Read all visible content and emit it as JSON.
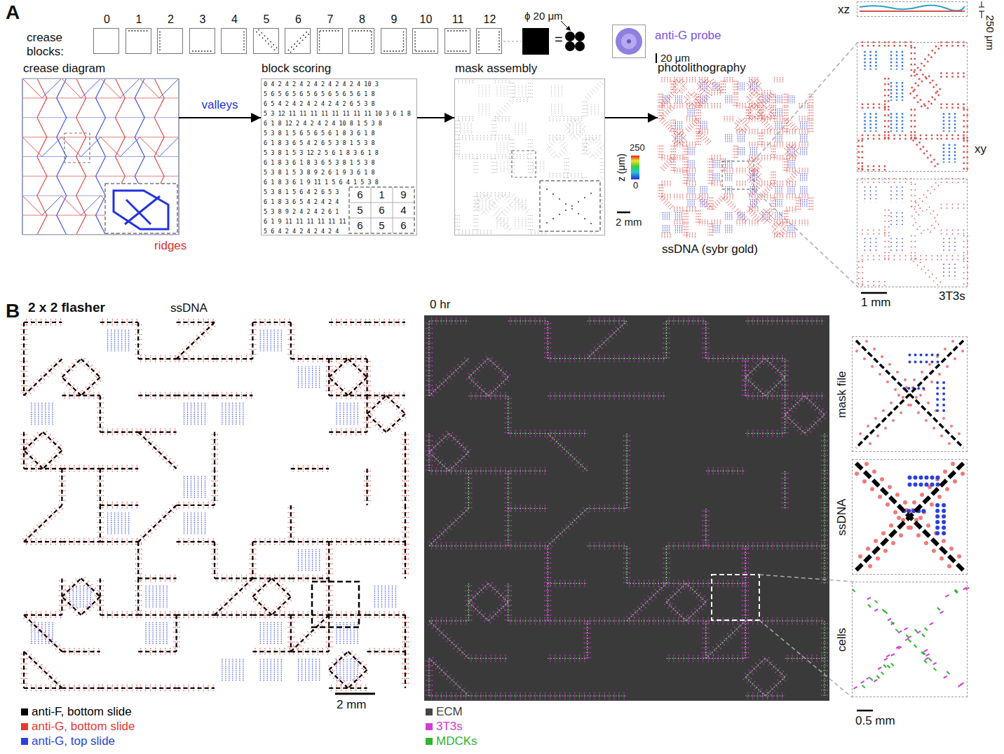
{
  "diagram": {
    "nodes": [
      {
        "text": [
          "0"
        ]
      },
      {
        "text": [
          "1"
        ]
      },
      {
        "text": [
          "2"
        ]
      },
      {
        "text": [
          "3"
        ]
      },
      {
        "text": [
          "4"
        ]
      },
      {
        "text": [
          "5"
        ]
      },
      {
        "text": [
          "6"
        ]
      },
      {
        "text": [
          "7"
        ]
      },
      {
        "text": [
          "8"
        ]
      },
      {
        "text": [
          "9"
        ]
      },
      {
        "text": [
          "10"
        ]
      },
      {
        "text": [
          "11"
        ]
      },
      {
        "text": [
          "12"
        ]
      },
      {
        "text": [
          "anti-G probe"
        ]
      },
      {
        "text": [
          "crease diagram"
        ]
      },
      {
        "text": [
          "block scoring"
        ]
      },
      {
        "text": [
          "mask assembly"
        ]
      },
      {
        "text": [
          "photolithography",
          "ssDNA (sybr gold)"
        ]
      },
      {
        "text": [
          "xz"
        ]
      },
      {
        "text": [
          "xy"
        ]
      },
      {
        "text": [
          "3T3s"
        ]
      },
      {
        "text": [
          "2 x 2 flasher",
          "ssDNA"
        ]
      },
      {
        "text": [
          "0 hr"
        ]
      },
      {
        "text": [
          "mask file"
        ]
      },
      {
        "text": [
          "ssDNA"
        ]
      },
      {
        "text": [
          "cells"
        ]
      }
    ],
    "edges": [
      {
        "from": 14,
        "to": 15,
        "arrow": "to",
        "label": "valleys"
      },
      {
        "from": 15,
        "to": 16,
        "arrow": "to"
      },
      {
        "from": 16,
        "to": 17,
        "arrow": "to"
      }
    ],
    "labels": [
      "A",
      "crease blocks:",
      "ϕ 20 μm",
      "=",
      "20 μm",
      "250 μm",
      "z (μm)",
      "250",
      "0",
      "2 mm",
      "ridges",
      "0 4 2 4 2 4 2 4 2 4 2 4 2 4 10 3",
      "5 6 5 6 5 6 5 6 5 6 5 6 5 6 1 8",
      "6 5 4 2 4 2 4 2 4 2 4 2 6 5 3 8",
      "5 3 12 11 11 11 11 11 11 11 11 10 3 6 1 8",
      "6 1 8 12 2 4 2 4 2 4 10 8 1 5 3 8",
      "5 3 8 1 5 6 5 6 5 6 1 8 3 6 1 8",
      "6 1 8 3 6 5 4 2 6 5 3 8 1 5 3 8",
      "5 3 8 1 5 3 12 2 5 6 1 8 3 6 1 8",
      "6 1 8 3 6 1 8 3 6 5 3 8 1 5 3 8",
      "5 3 8 1 5 3 8 9 2 6 1 9 3 6 1 8",
      "6 1 8 3 6 1 9 11 1 5 6 4 1 5 3 8",
      "5 3 8 1 5 6 4 2 6 5 3",
      "6 1 8 3 6 5 4 2 4 2 4",
      "5 3 8 9 2 4 2 4 2 6 1",
      "6 1 9 11 11 11 11 11 11",
      "5 6 4 2 4 2 4 2 4 2 4",
      "6",
      "1",
      "9",
      "5",
      "6",
      "4",
      "6",
      "5",
      "6",
      "1 mm",
      "2 mm",
      "0.5 mm",
      "B"
    ],
    "legend": [
      {
        "text": "anti-F, bottom slide",
        "color": "#000000"
      },
      {
        "text": "anti-G, bottom slide",
        "color": "#e8392f"
      },
      {
        "text": "anti-G, top slide",
        "color": "#2a3fe0"
      },
      {
        "text": "ECM",
        "color": "#444444"
      },
      {
        "text": "3T3s",
        "color": "#d63ad6"
      },
      {
        "text": "MDCKs",
        "color": "#2fb52f"
      }
    ]
  }
}
